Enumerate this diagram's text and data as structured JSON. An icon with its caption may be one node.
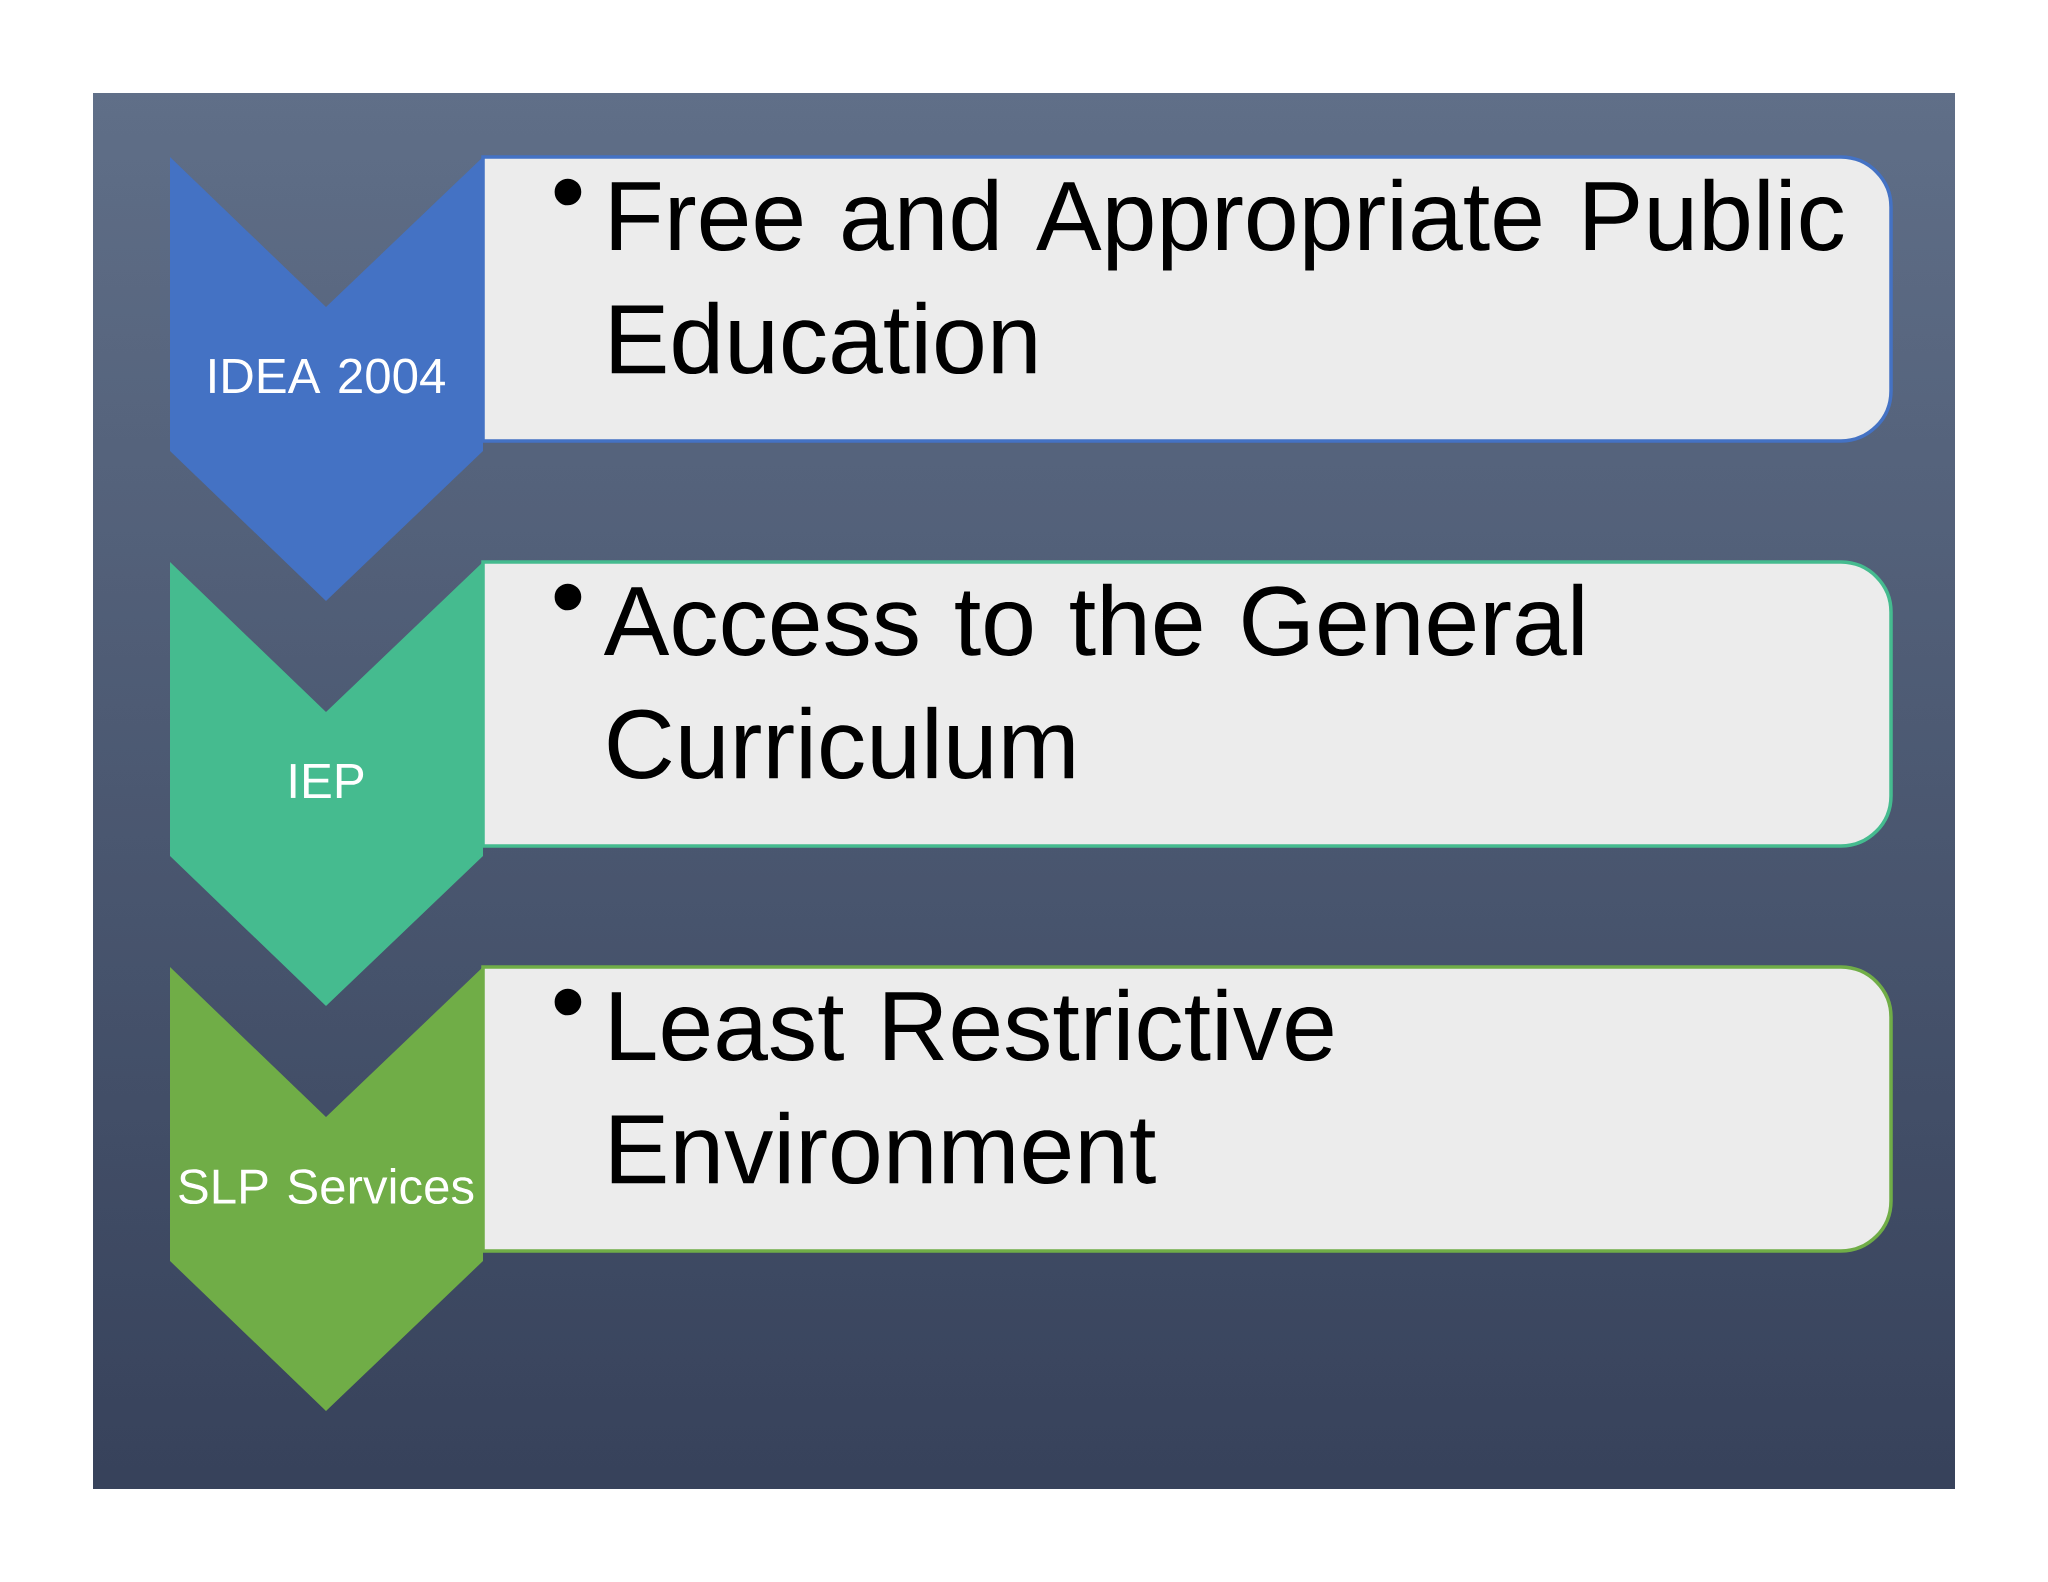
{
  "diagram": {
    "nodes": [
      {
        "text": [
          "IDEA 2004"
        ]
      },
      {
        "text": [
          "Free and Appropriate Public Education"
        ]
      },
      {
        "text": [
          "IEP"
        ]
      },
      {
        "text": [
          "Access to the General Curriculum"
        ]
      },
      {
        "text": [
          "SLP Services"
        ]
      },
      {
        "text": [
          "Least Restrictive Environment"
        ]
      }
    ],
    "labels": [
      "•",
      "•",
      "•"
    ]
  }
}
